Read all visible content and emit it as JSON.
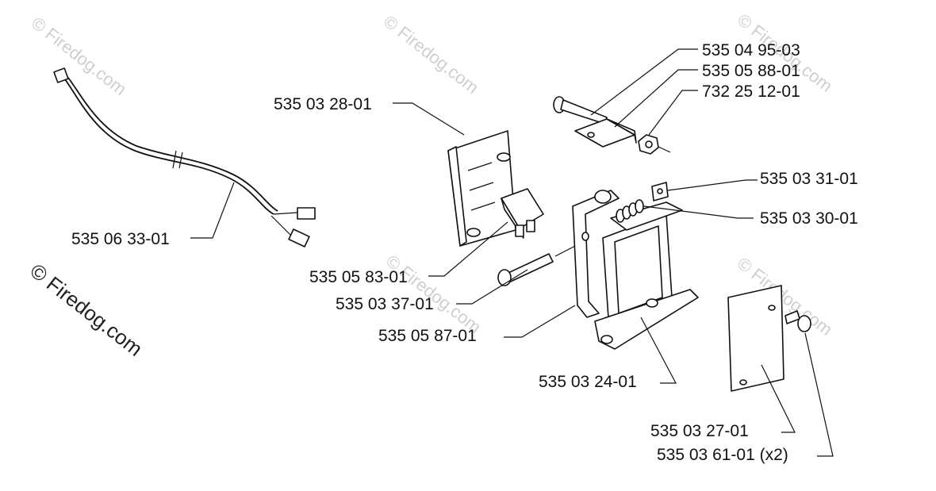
{
  "watermark_text": "© Firedog.com",
  "watermarks": {
    "top_left": "© Firedog.com",
    "top_center": "© Firedog.com",
    "top_right": "© Firedog.com",
    "mid_center": "© Firedog.com",
    "mid_right": "© Firedog.com",
    "left_dark": "© Firedog.com"
  },
  "parts": {
    "bolt": "535 04 95-03",
    "bracket": "535 05 88-01",
    "nut": "732 25 12-01",
    "cover_plate": "535 03 28-01",
    "washer_plate": "535 03 31-01",
    "spring": "535 03 30-01",
    "cable": "535 06 33-01",
    "microswitch": "535 05 83-01",
    "screw": "535 03 37-01",
    "lever": "535 05 87-01",
    "housing": "535 03 24-01",
    "side_plate": "535 03 27-01",
    "side_screws": "535 03 61-01 (x2)"
  }
}
